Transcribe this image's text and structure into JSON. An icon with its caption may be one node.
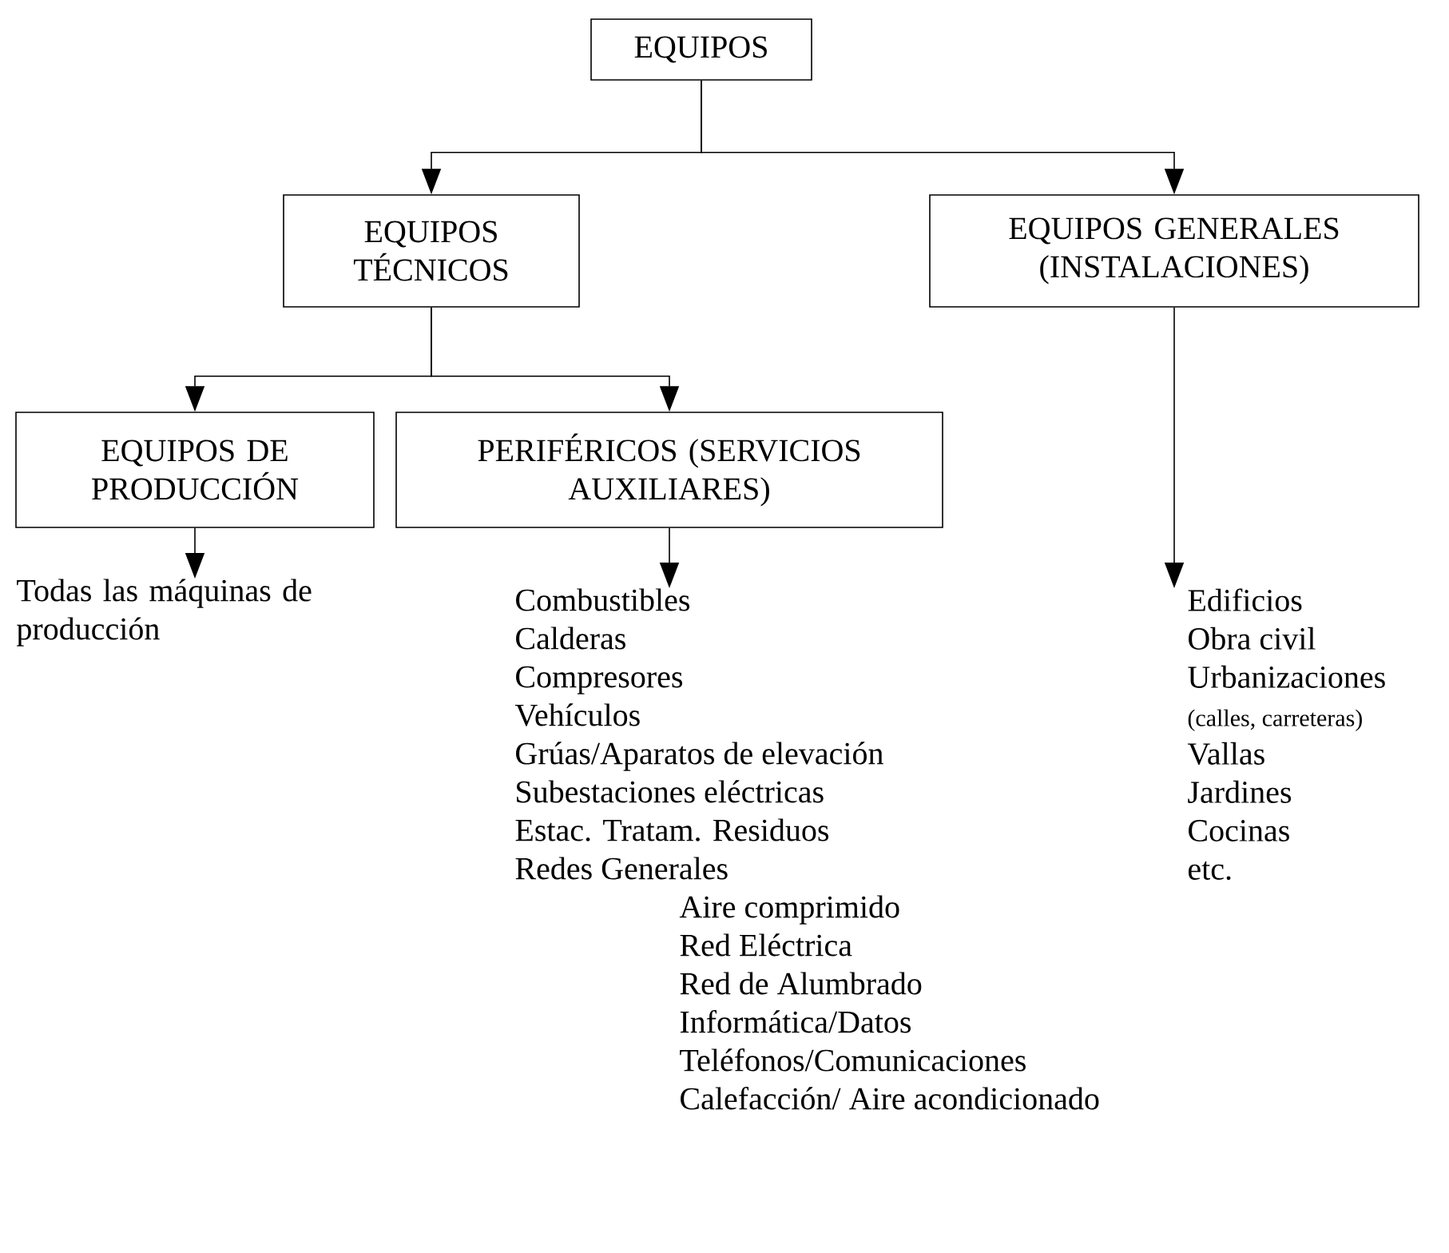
{
  "diagram": {
    "nodes": [
      {
        "text": [
          "EQUIPOS"
        ]
      },
      {
        "text": [
          "EQUIPOS TÉCNICOS"
        ]
      },
      {
        "text": [
          "EQUIPOS GENERALES (INSTALACIONES)"
        ]
      },
      {
        "text": [
          "EQUIPOS DE PRODUCCIÓN"
        ]
      },
      {
        "text": [
          "PERIFÉRICOS (SERVICIOS AUXILIARES)"
        ]
      },
      {
        "text": [
          "Todas las máquinas de producción"
        ]
      },
      {
        "text": [
          "Combustibles",
          "Calderas",
          "Compresores",
          "Vehículos",
          "Grúas/Aparatos de elevación",
          "Subestaciones eléctricas",
          "Estac. Tratam. Residuos",
          "Redes Generales",
          "Aire comprimido",
          "Red Eléctrica",
          "Red de Alumbrado",
          "Informática/Datos",
          "Teléfonos/Comunicaciones",
          "Calefacción/ Aire acondicionado"
        ]
      },
      {
        "text": [
          "Edificios",
          "Obra civil",
          "Urbanizaciones",
          "(calles, carreteras)",
          "Vallas",
          "Jardines",
          "Cocinas",
          "etc."
        ]
      }
    ],
    "edges": [
      {
        "from": 0,
        "to": 1,
        "arrow": "to"
      },
      {
        "from": 0,
        "to": 2,
        "arrow": "to"
      },
      {
        "from": 1,
        "to": 3,
        "arrow": "to"
      },
      {
        "from": 1,
        "to": 4,
        "arrow": "to"
      },
      {
        "from": 3,
        "to": 5,
        "arrow": "to"
      },
      {
        "from": 4,
        "to": 6,
        "arrow": "to"
      },
      {
        "from": 2,
        "to": 7,
        "arrow": "to"
      }
    ]
  }
}
